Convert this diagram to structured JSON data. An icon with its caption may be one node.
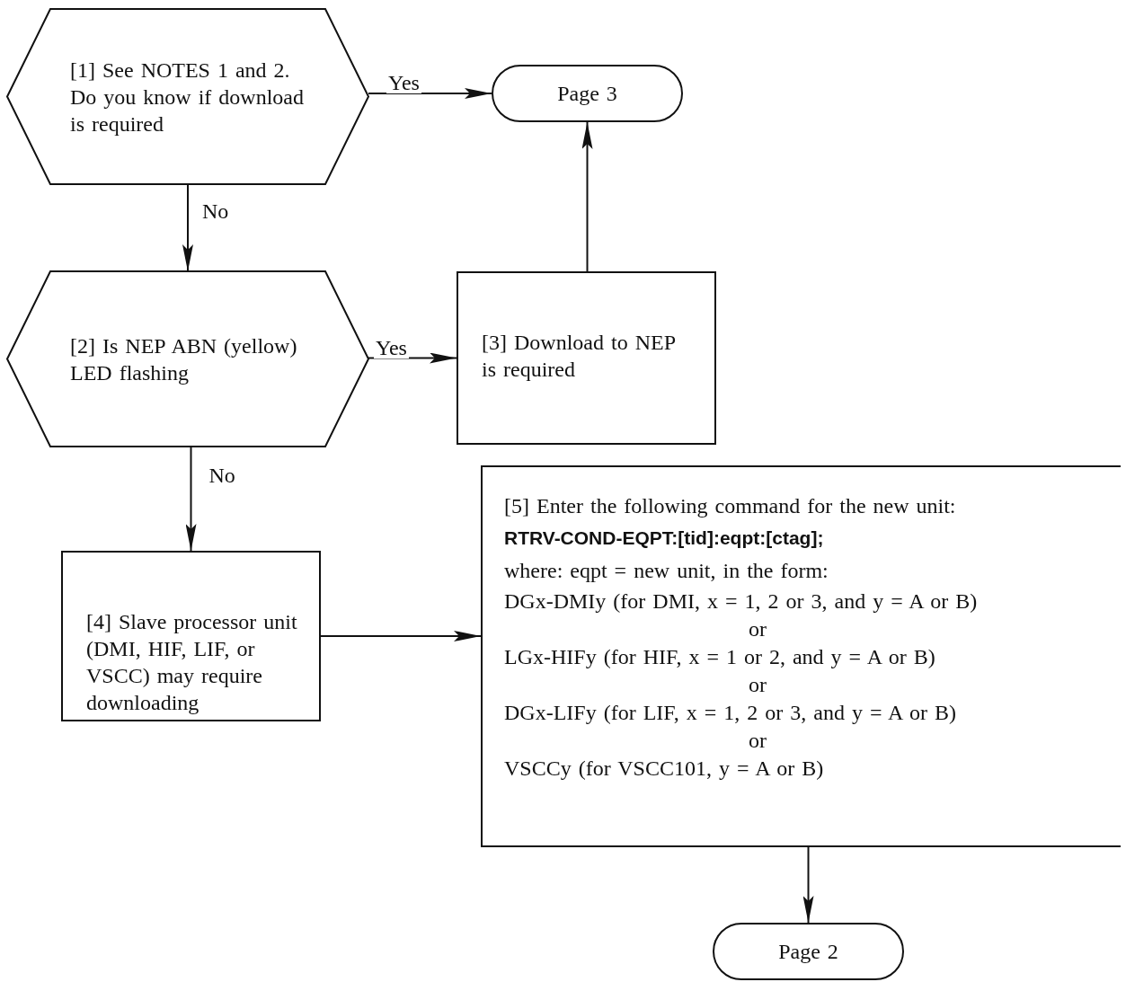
{
  "diagram": {
    "nodes": [
      {
        "text": [
          "[1] See NOTES 1 and 2. Do you know if download is required"
        ]
      },
      {
        "text": [
          "Page 3"
        ]
      },
      {
        "text": [
          "[2] Is NEP ABN (yellow) LED flashing"
        ]
      },
      {
        "text": [
          "[3] Download to NEP is required"
        ]
      },
      {
        "text": [
          "[4] Slave processor unit (DMI, HIF, LIF, or VSCC) may require downloading"
        ]
      },
      {
        "text": [
          "[5] Enter the following command for the new unit:",
          "RTRV-COND-EQPT:[tid]:eqpt:[ctag];",
          "where: eqpt = new unit, in the form:",
          "DGx-DMIy (for DMI, x = 1, 2 or 3, and y = A or B)",
          "or",
          "LGx-HIFy (for HIF, x = 1 or 2, and y = A or B)",
          "or",
          "DGx-LIFy (for LIF, x = 1, 2 or 3, and y = A or B)",
          "or",
          "VSCCy (for VSCC101, y = A or B)"
        ]
      },
      {
        "text": [
          "Page 2"
        ]
      }
    ],
    "edges": [
      {
        "from": 0,
        "to": 1,
        "arrow": "to",
        "label": "Yes"
      },
      {
        "from": 0,
        "to": 2,
        "arrow": "to",
        "label": "No"
      },
      {
        "from": 2,
        "to": 3,
        "arrow": "to",
        "label": "Yes"
      },
      {
        "from": 3,
        "to": 1,
        "arrow": "to"
      },
      {
        "from": 2,
        "to": 4,
        "arrow": "to",
        "label": "No"
      },
      {
        "from": 4,
        "to": 5,
        "arrow": "to"
      },
      {
        "from": 5,
        "to": 6,
        "arrow": "to"
      }
    ]
  }
}
